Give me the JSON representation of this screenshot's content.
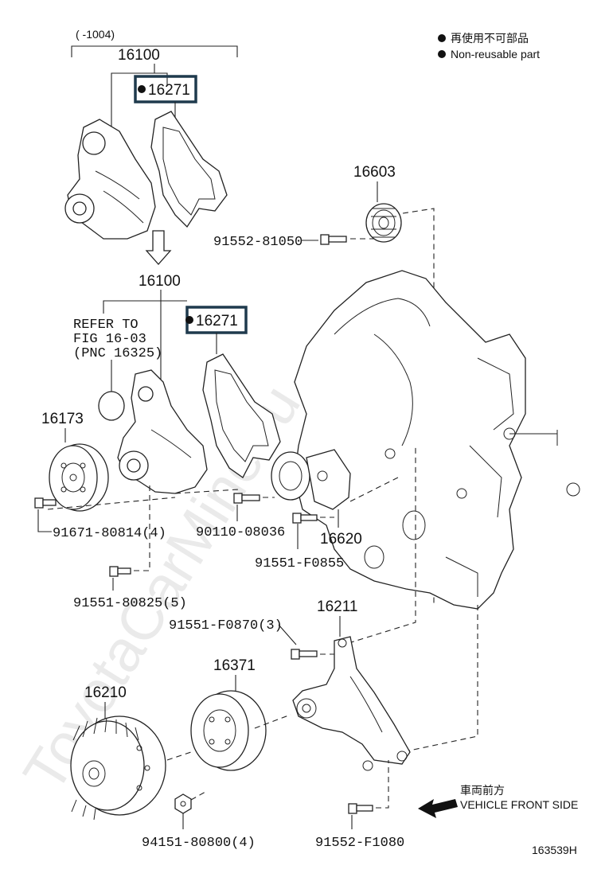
{
  "legend": {
    "jp": "再使用不可部品",
    "en": "Non-reusable part"
  },
  "date_range": "(    -1004)",
  "watermark": "ToyotaCarMine.ru",
  "figure_id": "163539H",
  "direction": {
    "jp": "車両前方",
    "en": "VEHICLE FRONT SIDE"
  },
  "refer_note": {
    "line1": "REFER TO",
    "line2": "FIG 16-03",
    "line3": "(PNC 16325)"
  },
  "parts": {
    "p16100_top": "16100",
    "p16271_top": "16271",
    "p16100_mid": "16100",
    "p16271_mid": "16271",
    "p16603": "16603",
    "p91552_81050": "91552-81050",
    "p16173": "16173",
    "p91671_80814": "91671-80814(4)",
    "p90110_08036": "90110-08036",
    "p16620": "16620",
    "p91551_F0855": "91551-F0855",
    "p91551_80825": "91551-80825(5)",
    "p16211": "16211",
    "p91551_F0870": "91551-F0870(3)",
    "p16371": "16371",
    "p16210": "16210",
    "p94151_80800": "94151-80800(4)",
    "p91552_F1080": "91552-F1080"
  },
  "colors": {
    "highlight_box": "#1f3a4d",
    "line": "#222222",
    "watermark": "#d9d9d9"
  }
}
